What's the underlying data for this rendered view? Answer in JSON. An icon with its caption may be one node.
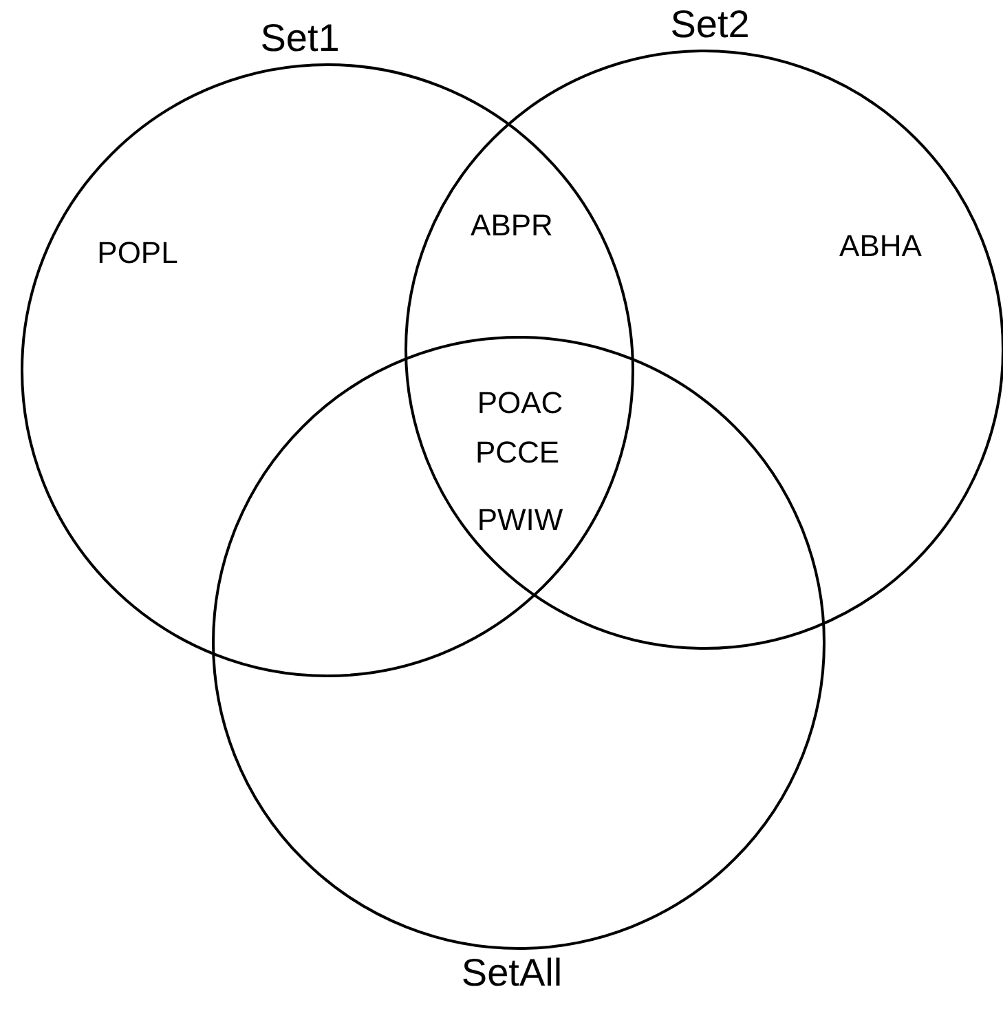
{
  "diagram": {
    "nodes": [
      {
        "text": [
          "Set1"
        ]
      },
      {
        "text": [
          "Set2"
        ]
      },
      {
        "text": [
          "SetAll"
        ]
      }
    ],
    "labels": [
      "POPL",
      "ABPR",
      "ABHA",
      "POAC",
      "PCCE",
      "PWIW"
    ]
  }
}
